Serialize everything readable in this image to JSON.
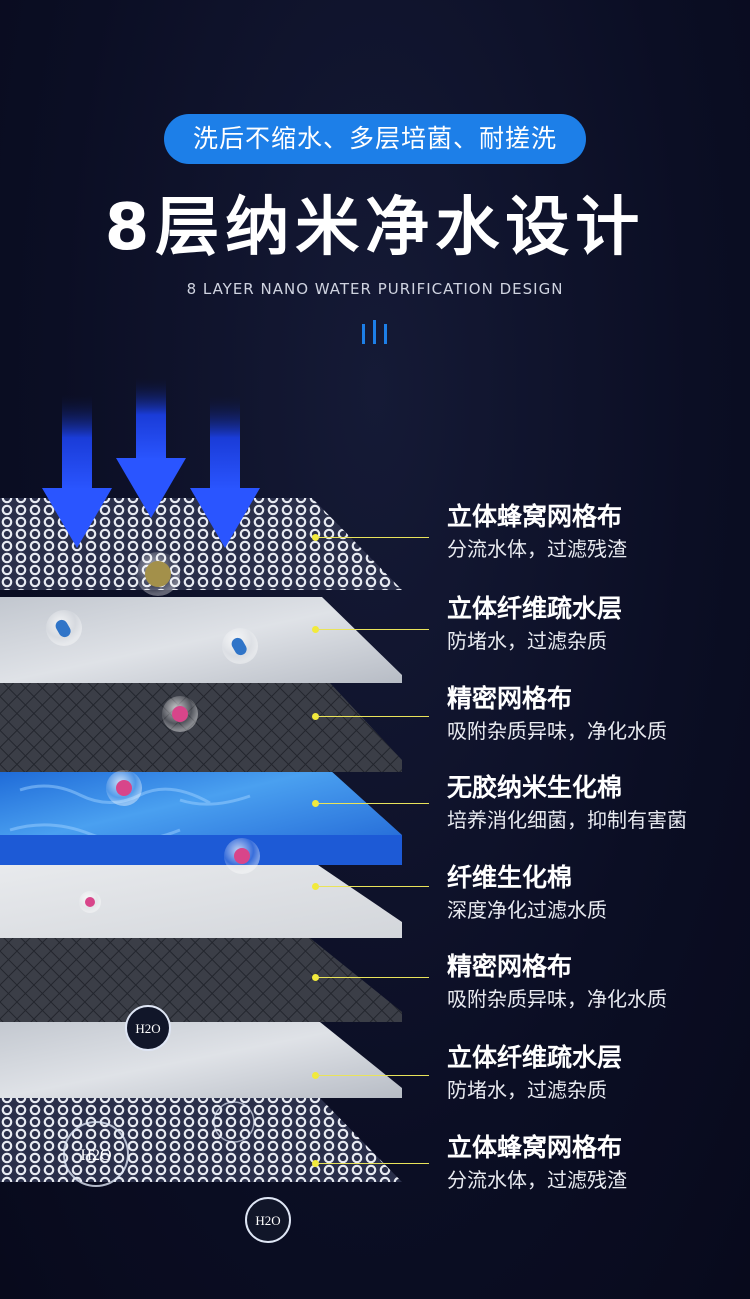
{
  "badge": "洗后不缩水、多层培菌、耐搓洗",
  "title": "8层纳米净水设计",
  "subtitle": "8 LAYER NANO WATER PURIFICATION DESIGN",
  "layers": [
    {
      "title": "立体蜂窝网格布",
      "desc": "分流水体，过滤残渣"
    },
    {
      "title": "立体纤维疏水层",
      "desc": "防堵水，过滤杂质"
    },
    {
      "title": "精密网格布",
      "desc": "吸附杂质异味，净化水质"
    },
    {
      "title": "无胶纳米生化棉",
      "desc": "培养消化细菌，抑制有害菌"
    },
    {
      "title": "纤维生化棉",
      "desc": "深度净化过滤水质"
    },
    {
      "title": "精密网格布",
      "desc": "吸附杂质异味，净化水质"
    },
    {
      "title": "立体纤维疏水层",
      "desc": "防堵水，过滤杂质"
    },
    {
      "title": "立体蜂窝网格布",
      "desc": "分流水体，过滤残渣"
    }
  ],
  "bubble_text": "H2O",
  "colors": {
    "accent": "#1d7fe8",
    "connector": "#e9e35a",
    "background": "#0b0e24"
  },
  "icons": [
    "down-arrow-icon",
    "bacteria-bubble-icon",
    "virus-bubble-icon",
    "water-bubble-icon"
  ]
}
